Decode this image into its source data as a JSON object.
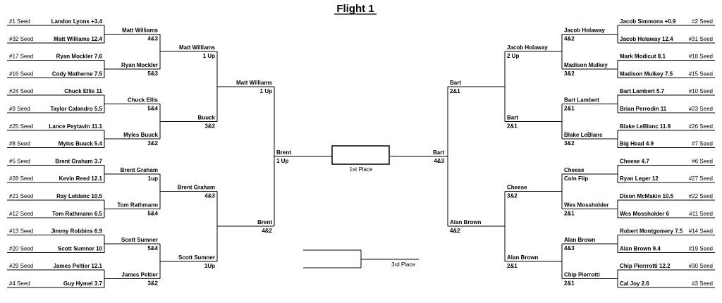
{
  "title": "Flight 1",
  "seed_label": "Seed",
  "first_place_label": "1st Place",
  "third_place_label": "3rd Place",
  "left": {
    "r1": [
      {
        "seed": "#1",
        "name": "Landon Lyons +3.4"
      },
      {
        "seed": "#32",
        "name": "Matt Williams 12.4"
      },
      {
        "seed": "#17",
        "name": "Ryan Mockler 7.6"
      },
      {
        "seed": "#16",
        "name": "Cody Matherne 7.5"
      },
      {
        "seed": "#24",
        "name": "Chuck Ellis 11"
      },
      {
        "seed": "#9",
        "name": "Taylor Calandro 5.5"
      },
      {
        "seed": "#25",
        "name": "Lance Peytavin 11.1"
      },
      {
        "seed": "#8",
        "name": "Myles Buuck 5.4"
      },
      {
        "seed": "#5",
        "name": "Brent Graham 3.7"
      },
      {
        "seed": "#28",
        "name": "Kevin Reed 12.1"
      },
      {
        "seed": "#21",
        "name": "Ray Leblanc 10.5"
      },
      {
        "seed": "#12",
        "name": "Tom Rathmann 6.5"
      },
      {
        "seed": "#13",
        "name": "Jimmy Robbins 6.9"
      },
      {
        "seed": "#20",
        "name": "Scott Sumner 10"
      },
      {
        "seed": "#29",
        "name": "James Peltier 12.1"
      },
      {
        "seed": "#4",
        "name": "Guy Hymel 3.7"
      }
    ],
    "r2": [
      {
        "name": "Matt Williams",
        "score": "4&3"
      },
      {
        "name": "Ryan Mockler",
        "score": "5&3"
      },
      {
        "name": "Chuck Ellis",
        "score": "5&4"
      },
      {
        "name": "Myles Buuck",
        "score": "3&2"
      },
      {
        "name": "Brent Graham",
        "score": "1up"
      },
      {
        "name": "Tom Rathmann",
        "score": "5&4"
      },
      {
        "name": "Scott Sumner",
        "score": "5&4"
      },
      {
        "name": "James Peltier",
        "score": "3&2"
      }
    ],
    "r3": [
      {
        "name": "Matt Williams",
        "score": "1 Up"
      },
      {
        "name": "Buuck",
        "score": "3&2"
      },
      {
        "name": "Brent Graham",
        "score": "4&3"
      },
      {
        "name": "Scott Sumner",
        "score": "1Up"
      }
    ],
    "r4": [
      {
        "name": "Matt Williams",
        "score": "1 Up"
      },
      {
        "name": "Brent",
        "score": "4&2"
      }
    ],
    "final": {
      "name": "Brent",
      "score": "1 Up"
    }
  },
  "right": {
    "r1": [
      {
        "seed": "#2",
        "name": "Jacob Simmons +0.9"
      },
      {
        "seed": "#31",
        "name": "Jacob Holaway 12.4"
      },
      {
        "seed": "#18",
        "name": "Mark Modicut 8.1"
      },
      {
        "seed": "#15",
        "name": "Madison Mulkey 7.5"
      },
      {
        "seed": "#10",
        "name": "Bart Lambert 5.7"
      },
      {
        "seed": "#23",
        "name": "Brian Perrodin 11"
      },
      {
        "seed": "#26",
        "name": "Blake LeBlanc 11.9"
      },
      {
        "seed": "#7",
        "name": "Big Head 4.9"
      },
      {
        "seed": "#6",
        "name": "Cheese 4.7"
      },
      {
        "seed": "#27",
        "name": "Ryan Leger 12"
      },
      {
        "seed": "#22",
        "name": "Dixon McMakin 10.5"
      },
      {
        "seed": "#11",
        "name": "Wes Mossholder 6"
      },
      {
        "seed": "#14",
        "name": "Robert Montgomery 7.5"
      },
      {
        "seed": "#19",
        "name": "Alan Brown 9.4"
      },
      {
        "seed": "#30",
        "name": "Chip Pierrrotti 12.2"
      },
      {
        "seed": "#3",
        "name": "Cal Joy 2.6"
      }
    ],
    "r2": [
      {
        "name": "Jacob Holaway",
        "score": "4&2"
      },
      {
        "name": "Madison Mulkey",
        "score": "3&2"
      },
      {
        "name": "Bart Lambert",
        "score": "2&1"
      },
      {
        "name": "Blake LeBlanc",
        "score": "3&2"
      },
      {
        "name": "Cheese",
        "score": "Coin Flip"
      },
      {
        "name": "Wes Mossholder",
        "score": "2&1"
      },
      {
        "name": "Alan Brown",
        "score": "4&3"
      },
      {
        "name": "Chip Pierrotti",
        "score": "2&1"
      }
    ],
    "r3": [
      {
        "name": "Jacob Holaway",
        "score": "2 Up"
      },
      {
        "name": "Bart",
        "score": "2&1"
      },
      {
        "name": "Cheese",
        "score": "3&2"
      },
      {
        "name": "Alan Brown",
        "score": "2&1"
      }
    ],
    "r4": [
      {
        "name": "Bart",
        "score": "2&1"
      },
      {
        "name": "Alan Brown",
        "score": "4&2"
      }
    ],
    "final": {
      "name": "Bart",
      "score": "4&3"
    }
  }
}
